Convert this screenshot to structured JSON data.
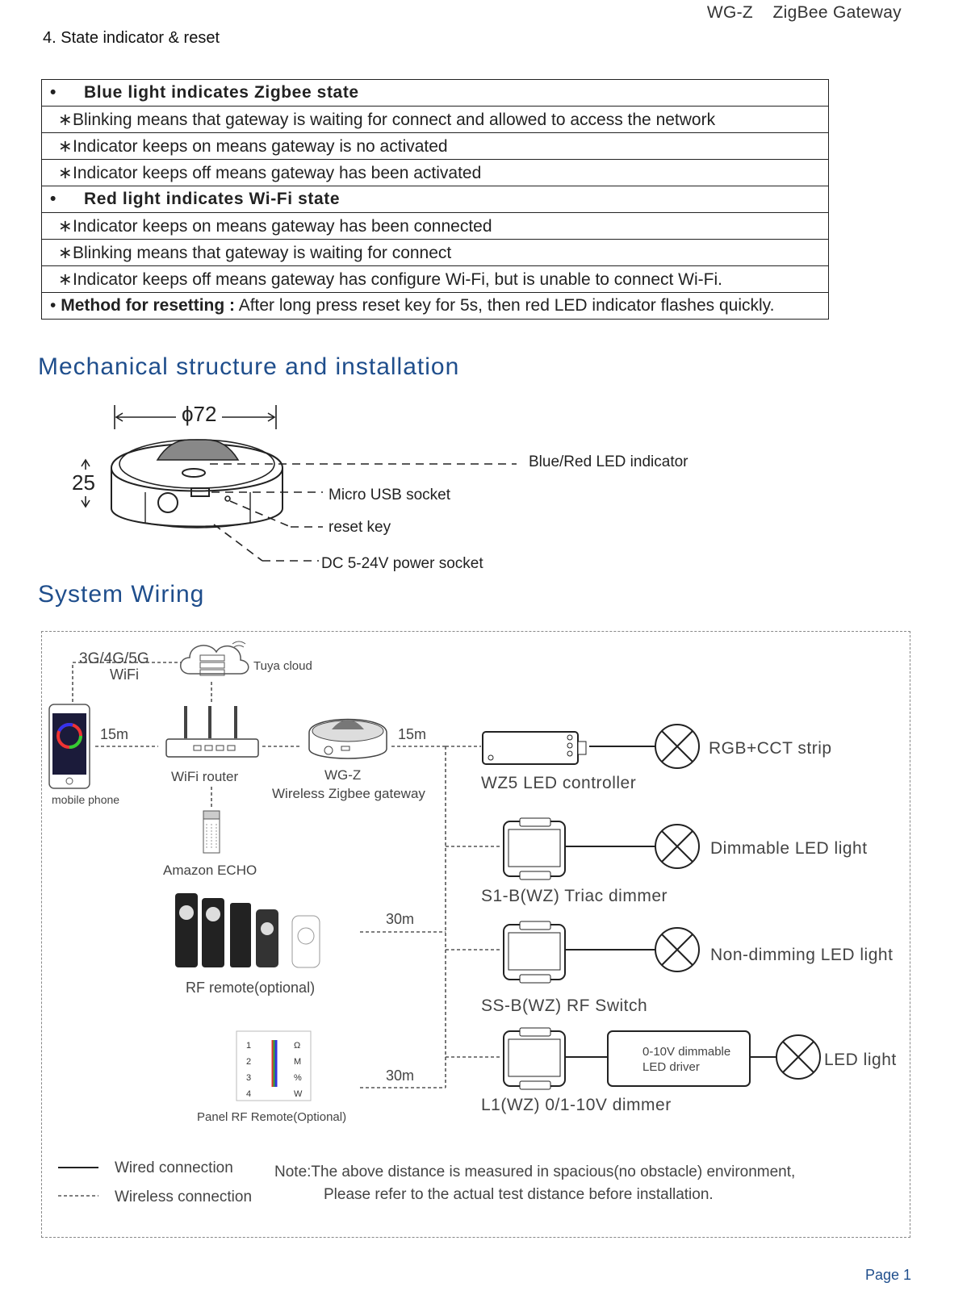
{
  "header": {
    "title": "WG-Z    ZigBee Gateway"
  },
  "section4": {
    "title": "4. State indicator & reset"
  },
  "state_table": {
    "blue_heading": "Blue light  indicates  Zigbee state",
    "blue_items": [
      "Blinking means that gateway is waiting for connect and allowed to access the network",
      "Indicator keeps on means gateway is no activated",
      "Indicator keeps off means gateway has been activated"
    ],
    "red_heading": "Red light indicates Wi-Fi state",
    "red_items": [
      "Indicator keeps on means gateway has been connected",
      "Blinking means that gateway is waiting for connect",
      "Indicator keeps off means gateway has configure Wi-Fi,  but is unable to connect Wi-Fi."
    ],
    "reset_label": "Method for resetting :",
    "reset_text": " After long press reset key for 5s, then red LED indicator flashes quickly.",
    "bullet": "•",
    "star": "∗"
  },
  "mechanical": {
    "title": "Mechanical structure and installation",
    "diameter": "ϕ72",
    "height": "25",
    "callouts": {
      "led": "Blue/Red LED indicator",
      "usb": "Micro USB socket",
      "reset": "reset key",
      "power": "DC 5-24V power socket"
    }
  },
  "wiring": {
    "title": "System Wiring",
    "labels": {
      "net_line1": "3G/4G/5G",
      "net_line2": "WiFi",
      "cloud": "Tuya cloud",
      "dist_phone": "15m",
      "dist_gateway": "15m",
      "dist_rf": "30m",
      "dist_panel": "30m",
      "phone": "mobile phone",
      "router": "WiFi router",
      "gateway_line1": "WG-Z",
      "gateway_line2": "Wireless Zigbee gateway",
      "echo": "Amazon ECHO",
      "rf_remote": "RF remote(optional)",
      "panel": "Panel RF Remote(Optional)",
      "wz5": "WZ5 LED controller",
      "s1b": "S1-B(WZ) Triac dimmer",
      "ssb": "SS-B(WZ) RF Switch",
      "l1": "L1(WZ)  0/1-10V dimmer",
      "rgb": "RGB+CCT strip",
      "dimmable": "Dimmable LED  light",
      "nondim": "Non-dimming LED light",
      "driver_line1": "0-10V dimmable",
      "driver_line2": "LED   driver",
      "led_light": "LED light",
      "panel_keys_left": [
        "1",
        "2",
        "3",
        "4"
      ],
      "panel_keys_right": [
        "Ω",
        "M",
        "%",
        "W"
      ]
    },
    "legend": {
      "wired": "Wired connection",
      "wireless": "Wireless connection"
    },
    "note": {
      "line1": "Note:The above distance is measured in spacious(no obstacle) environment,",
      "line2": "Please refer to the actual test distance before installation."
    }
  },
  "footer": {
    "page": "Page 1"
  }
}
